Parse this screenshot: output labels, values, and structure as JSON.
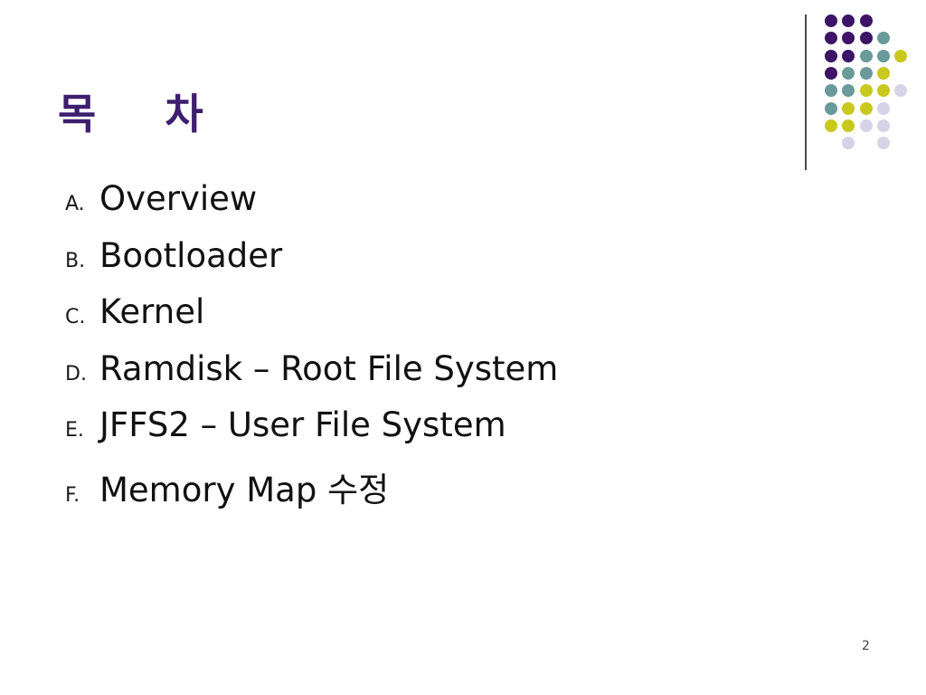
{
  "slide": {
    "title": "목 차",
    "page_number": "2",
    "title_color": "#3d1f6e",
    "divider_color": "#4a4a4a"
  },
  "toc": [
    {
      "marker": "A.",
      "text": "Overview"
    },
    {
      "marker": "B.",
      "text": "Bootloader"
    },
    {
      "marker": "C.",
      "text": "Kernel"
    },
    {
      "marker": "D.",
      "text": "Ramdisk – Root File System"
    },
    {
      "marker": "E.",
      "text": "JFFS2 – User File System"
    },
    {
      "marker": "F.",
      "text": "Memory Map 수정"
    }
  ],
  "decoration": {
    "palette": {
      "purple": "#3d1466",
      "teal": "#6a9a9a",
      "lime": "#c8c81e",
      "lavender": "#d4d4e6"
    },
    "dot_pattern": [
      [
        "purple",
        "purple",
        "purple",
        null,
        null
      ],
      [
        "purple",
        "purple",
        "purple",
        "teal",
        null
      ],
      [
        "purple",
        "purple",
        "teal",
        "teal",
        "lime"
      ],
      [
        "purple",
        "teal",
        "teal",
        "lime",
        null
      ],
      [
        "teal",
        "teal",
        "lime",
        "lime",
        "lavender"
      ],
      [
        "teal",
        "lime",
        "lime",
        "lavender",
        null
      ],
      [
        "lime",
        "lime",
        "lavender",
        "lavender",
        null
      ],
      [
        null,
        "lavender",
        null,
        "lavender",
        null
      ]
    ]
  }
}
